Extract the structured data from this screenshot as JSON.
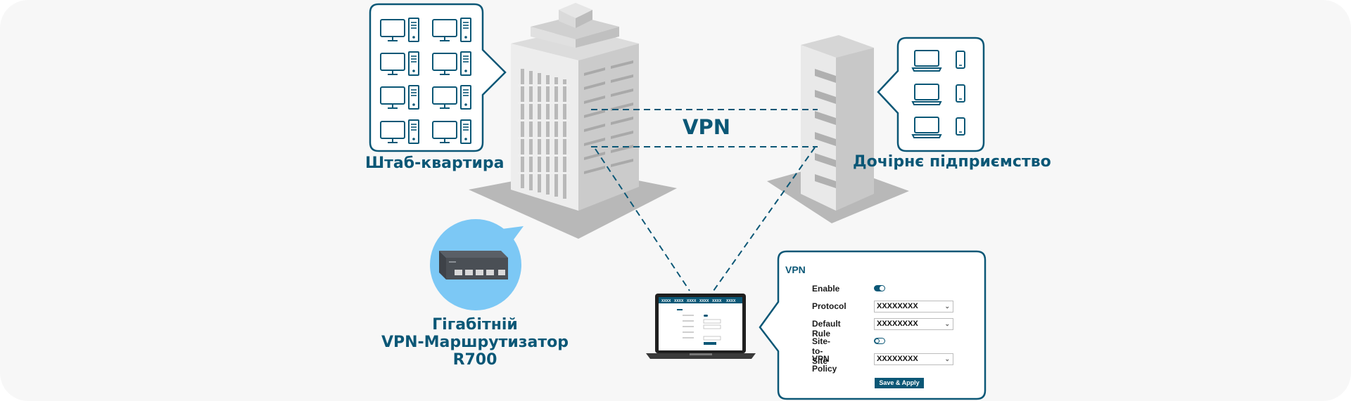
{
  "labels": {
    "headquarters": "Штаб-квартира",
    "branch": "Дочірнє підприємство",
    "vpn": "VPN",
    "router": [
      "Гігабітній",
      "VPN-Маршрутизатор",
      "R700"
    ]
  },
  "panel": {
    "title": "VPN",
    "rows": {
      "enable": {
        "label": "Enable",
        "state": "on"
      },
      "protocol": {
        "label": "Protocol",
        "value": "XXXXXXXX"
      },
      "default_rule": {
        "label": "Default Rule",
        "value": "XXXXXXXX"
      },
      "site_to_site": {
        "label": "Site-to-Site",
        "state": "off"
      },
      "vpn_policy": {
        "label": "VPN Policy",
        "value": "XXXXXXXX"
      }
    },
    "save_label": "Save & Apply"
  },
  "laptop_screen": {
    "tabs": [
      "XXXX",
      "XXXX",
      "XXXX",
      "XXXX",
      "XXXX",
      "XXXX"
    ]
  },
  "icons": {
    "hq_devices": "desktop-computer-icon",
    "branch_devices": [
      "laptop-icon",
      "smartphone-icon"
    ],
    "router": "router-icon"
  },
  "colors": {
    "accent": "#0b5776",
    "bubble": "#7cc8f5",
    "building_light": "#e6e6e6",
    "building_shadow": "#b4b4b4"
  }
}
